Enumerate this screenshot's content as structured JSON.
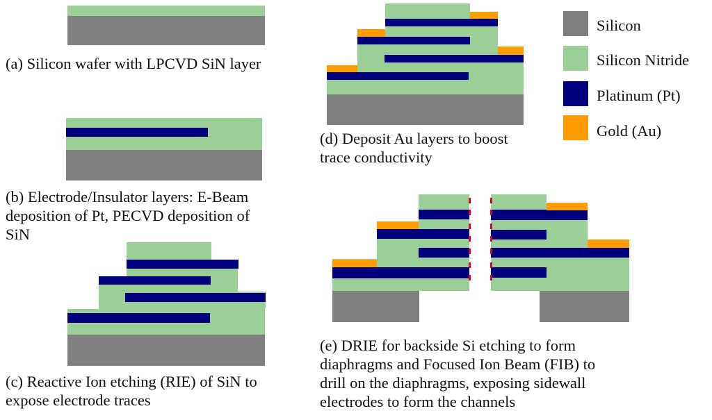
{
  "colors": {
    "silicon": "#808080",
    "silicon_nitride": "#9bcf97",
    "platinum": "#00007f",
    "gold": "#ff9d00",
    "fib_cut": "#e0002a"
  },
  "legend": [
    {
      "label": "Silicon",
      "material": "silicon"
    },
    {
      "label": "Silicon Nitride",
      "material": "silicon_nitride"
    },
    {
      "label": "Platinum (Pt)",
      "material": "platinum"
    },
    {
      "label": "Gold (Au)",
      "material": "gold"
    }
  ],
  "panels": {
    "a": {
      "caption": "(a) Silicon wafer with LPCVD SiN layer"
    },
    "b": {
      "caption": "(b) Electrode/Insulator layers: E-Beam\ndeposition of Pt, PECVD deposition of\nSiN"
    },
    "c": {
      "caption": "(c) Reactive Ion etching (RIE) of SiN to\nexpose electrode traces"
    },
    "d": {
      "caption": "(d) Deposit Au layers to boost\ntrace conductivity"
    },
    "e": {
      "caption": "(e) DRIE for backside Si etching to form\ndiaphragms and Focused Ion Beam (FIB) to\ndrill on the diaphragms, exposing sidewall\nelectrodes to form the channels"
    }
  }
}
